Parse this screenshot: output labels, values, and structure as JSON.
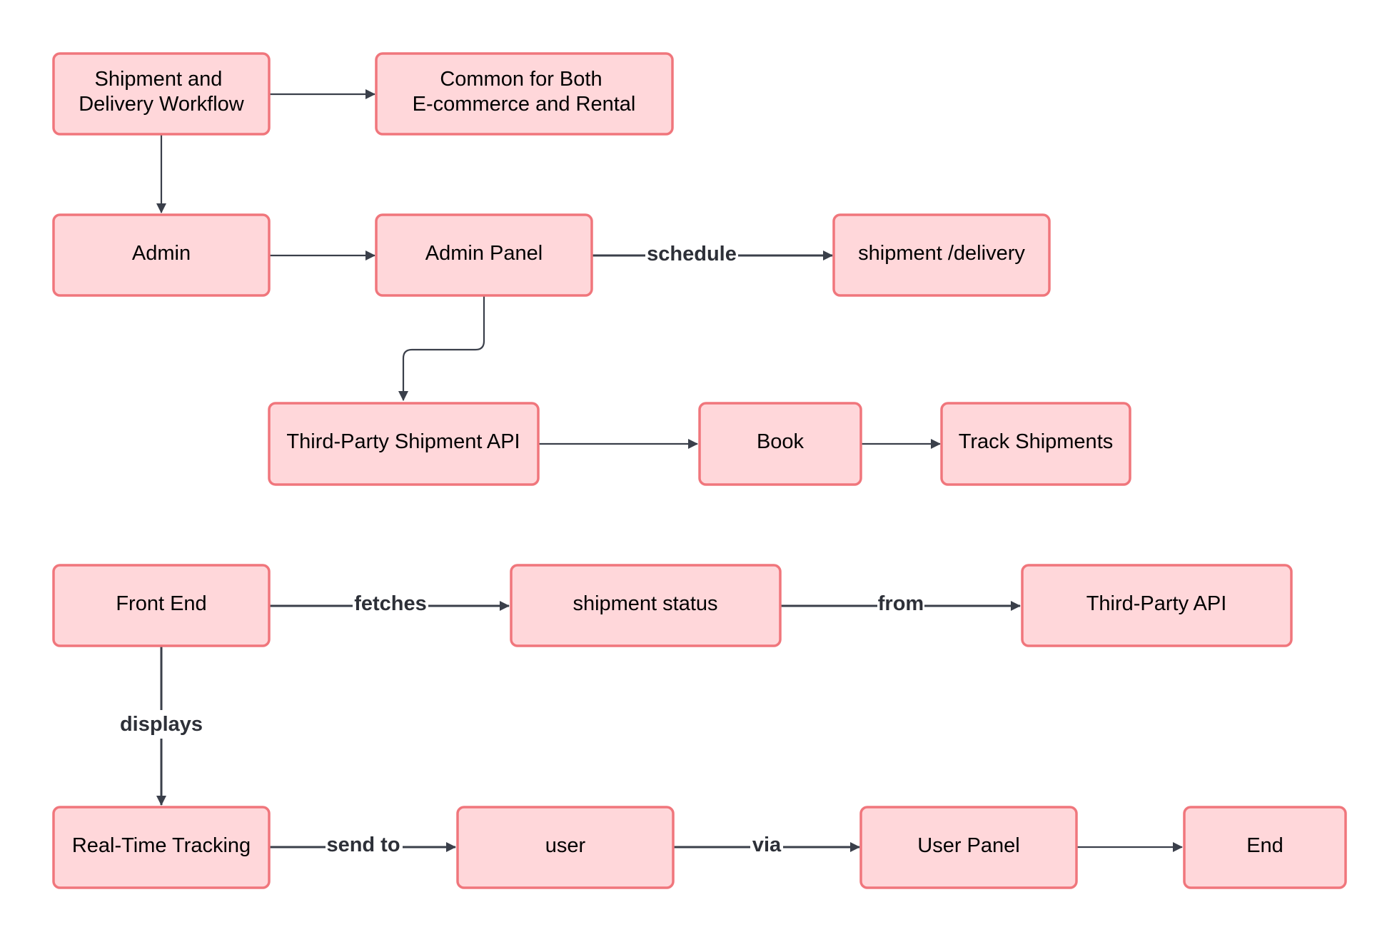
{
  "nodes": {
    "workflow": [
      "Shipment and",
      "Delivery Workflow"
    ],
    "common": [
      "Common for Both",
      "E-commerce and Rental"
    ],
    "admin": [
      "Admin"
    ],
    "admin_panel": [
      "Admin Panel"
    ],
    "shipment_delivery": [
      "shipment /delivery"
    ],
    "third_party_shipment_api": [
      "Third-Party Shipment API"
    ],
    "book": [
      "Book"
    ],
    "track_shipments": [
      "Track Shipments"
    ],
    "front_end": [
      "Front End"
    ],
    "shipment_status": [
      "shipment status"
    ],
    "third_party_api": [
      "Third-Party API"
    ],
    "real_time_tracking": [
      "Real-Time Tracking"
    ],
    "user": [
      "user"
    ],
    "user_panel": [
      "User Panel"
    ],
    "end": [
      "End"
    ]
  },
  "edges": [
    {
      "from": "workflow",
      "to": "common",
      "label": ""
    },
    {
      "from": "workflow",
      "to": "admin",
      "label": ""
    },
    {
      "from": "admin",
      "to": "admin_panel",
      "label": ""
    },
    {
      "from": "admin_panel",
      "to": "shipment_delivery",
      "label": "schedule"
    },
    {
      "from": "admin_panel",
      "to": "third_party_shipment_api",
      "label": ""
    },
    {
      "from": "third_party_shipment_api",
      "to": "book",
      "label": ""
    },
    {
      "from": "book",
      "to": "track_shipments",
      "label": ""
    },
    {
      "from": "front_end",
      "to": "shipment_status",
      "label": "fetches"
    },
    {
      "from": "shipment_status",
      "to": "third_party_api",
      "label": "from"
    },
    {
      "from": "front_end",
      "to": "real_time_tracking",
      "label": "displays"
    },
    {
      "from": "real_time_tracking",
      "to": "user",
      "label": "send to"
    },
    {
      "from": "user",
      "to": "user_panel",
      "label": "via"
    },
    {
      "from": "user_panel",
      "to": "end",
      "label": ""
    }
  ],
  "colors": {
    "node_fill": "#ffd7da",
    "node_border": "#f0767c",
    "edge": "#3a3f4a",
    "label": "#2d3038"
  }
}
